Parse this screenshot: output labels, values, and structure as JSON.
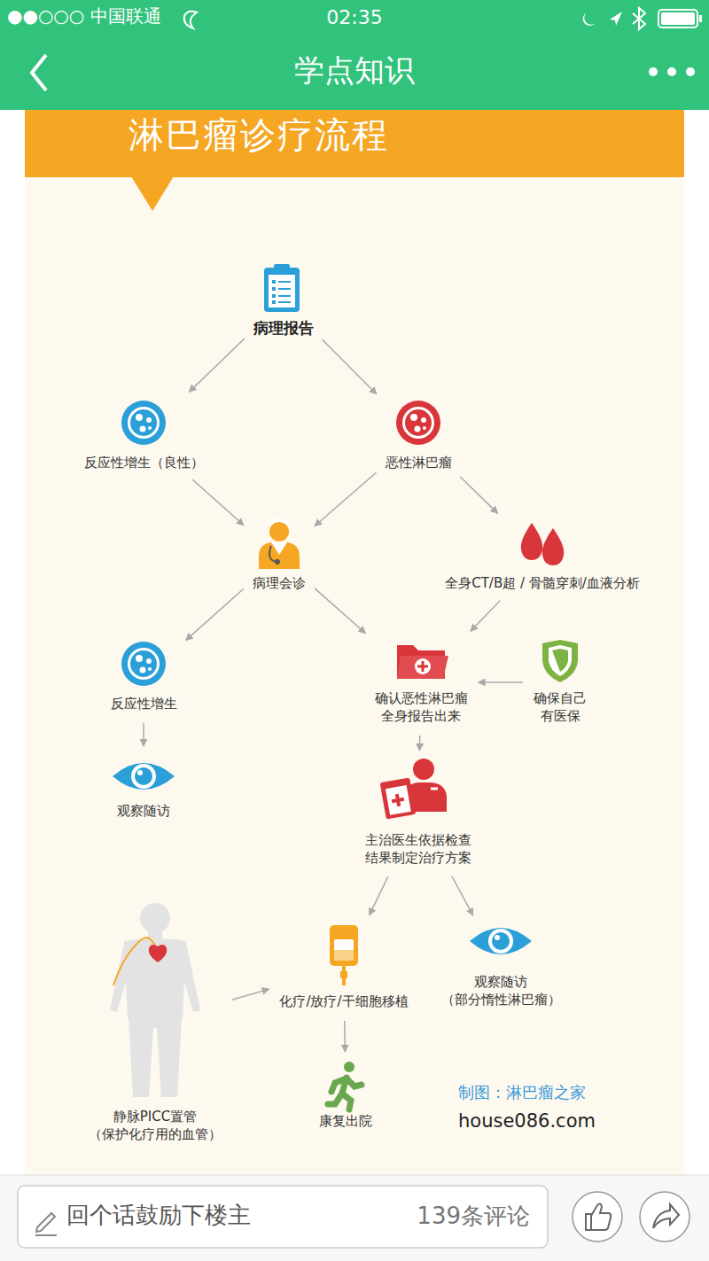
{
  "diagram": {
    "title": "淋巴瘤诊疗流程",
    "nodes": [
      {
        "text": [
          "病理报告"
        ]
      },
      {
        "text": [
          "反应性增生（良性）"
        ]
      },
      {
        "text": [
          "恶性淋巴瘤"
        ]
      },
      {
        "text": [
          "病理会诊"
        ]
      },
      {
        "text": [
          "全身CT/B超 / 骨髓穿刺/血液分析"
        ]
      },
      {
        "text": [
          "反应性增生"
        ]
      },
      {
        "text": [
          "确认恶性淋巴瘤 全身报告出来"
        ]
      },
      {
        "text": [
          "确保自己 有医保"
        ]
      },
      {
        "text": [
          "观察随访"
        ]
      },
      {
        "text": [
          "主治医生依据检查 结果制定治疗方案"
        ]
      },
      {
        "text": [
          "静脉PICC置管 （保护化疗用的血管）"
        ]
      },
      {
        "text": [
          "化疗/放疗/干细胞移植"
        ]
      },
      {
        "text": [
          "观察随访 （部分惰性淋巴瘤）"
        ]
      },
      {
        "text": [
          "康复出院"
        ]
      }
    ],
    "edges": [
      {
        "from": 0,
        "to": 1,
        "arrow": "to"
      },
      {
        "from": 0,
        "to": 2,
        "arrow": "to"
      },
      {
        "from": 1,
        "to": 3,
        "arrow": "to"
      },
      {
        "from": 2,
        "to": 3,
        "arrow": "to"
      },
      {
        "from": 2,
        "to": 4,
        "arrow": "to"
      },
      {
        "from": 3,
        "to": 5,
        "arrow": "to"
      },
      {
        "from": 3,
        "to": 6,
        "arrow": "to"
      },
      {
        "from": 4,
        "to": 6,
        "arrow": "to"
      },
      {
        "from": 7,
        "to": 6,
        "arrow": "to"
      },
      {
        "from": 5,
        "to": 8,
        "arrow": "to"
      },
      {
        "from": 6,
        "to": 9,
        "arrow": "to"
      },
      {
        "from": 9,
        "to": 11,
        "arrow": "to"
      },
      {
        "from": 9,
        "to": 12,
        "arrow": "to"
      },
      {
        "from": 10,
        "to": 11,
        "arrow": "to"
      },
      {
        "from": 11,
        "to": 13,
        "arrow": "to"
      }
    ],
    "labels": [
      "●●○○○ 中国联通",
      "02:35",
      "学点知识",
      "制图：淋巴瘤之家",
      "house086.com",
      "回个话鼓励下楼主",
      "139条评论"
    ]
  }
}
